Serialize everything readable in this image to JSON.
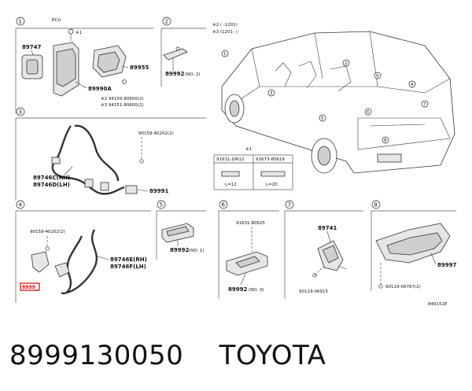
{
  "caption": {
    "part_number": "8999130050",
    "brand": "TOYOTA"
  },
  "sections": {
    "s1": {
      "num": "1",
      "header": "ECU"
    },
    "s2": {
      "num": "2"
    },
    "s3": {
      "num": "3"
    },
    "s4": {
      "num": "4"
    },
    "s5": {
      "num": "5"
    },
    "s6": {
      "num": "6"
    },
    "s7": {
      "num": "7"
    },
    "s8": {
      "num": "8"
    }
  },
  "notes": {
    "n2": "※2 ( -1201)",
    "n3": "※3 (1201- )",
    "n1": "※1"
  },
  "parts": {
    "p89747": "89747",
    "p89990a": "89990A",
    "p89955": "89955",
    "p89992_no2": "89992",
    "p89992_no2_tag": "(NO. 2)",
    "bolt1": "※2 94159-80600(2)",
    "bolt2": "※3 94151-80600(2)",
    "p90159_a": "90159-40202(2)",
    "p89746c": "89746C(RH)",
    "p89746d": "89746D(LH)",
    "p89991": "89991",
    "p90159_b": "90159-40202(2)",
    "p89746e": "89746E(RH)",
    "p89746f": "89746F(LH)",
    "p8999x": "8999_",
    "p89992_no1": "89992",
    "p89992_no1_tag": "(NO. 1)",
    "p91631": "91631-80625",
    "p89992_no3": "89992",
    "p89992_no3_tag": "(NO. 3)",
    "p89741": "89741",
    "p90119_a": "90119-06915",
    "p89997": "89997",
    "p90119_b": "90119-06767(2)",
    "fig_code": "849151E"
  },
  "screw_table": {
    "headers": [
      "91631-J0612",
      "91673-80616"
    ],
    "lengths": [
      "L=12",
      "L=20"
    ]
  },
  "car_callouts": [
    "1",
    "2",
    "3",
    "4",
    "5",
    "6",
    "7",
    "8",
    "9"
  ]
}
